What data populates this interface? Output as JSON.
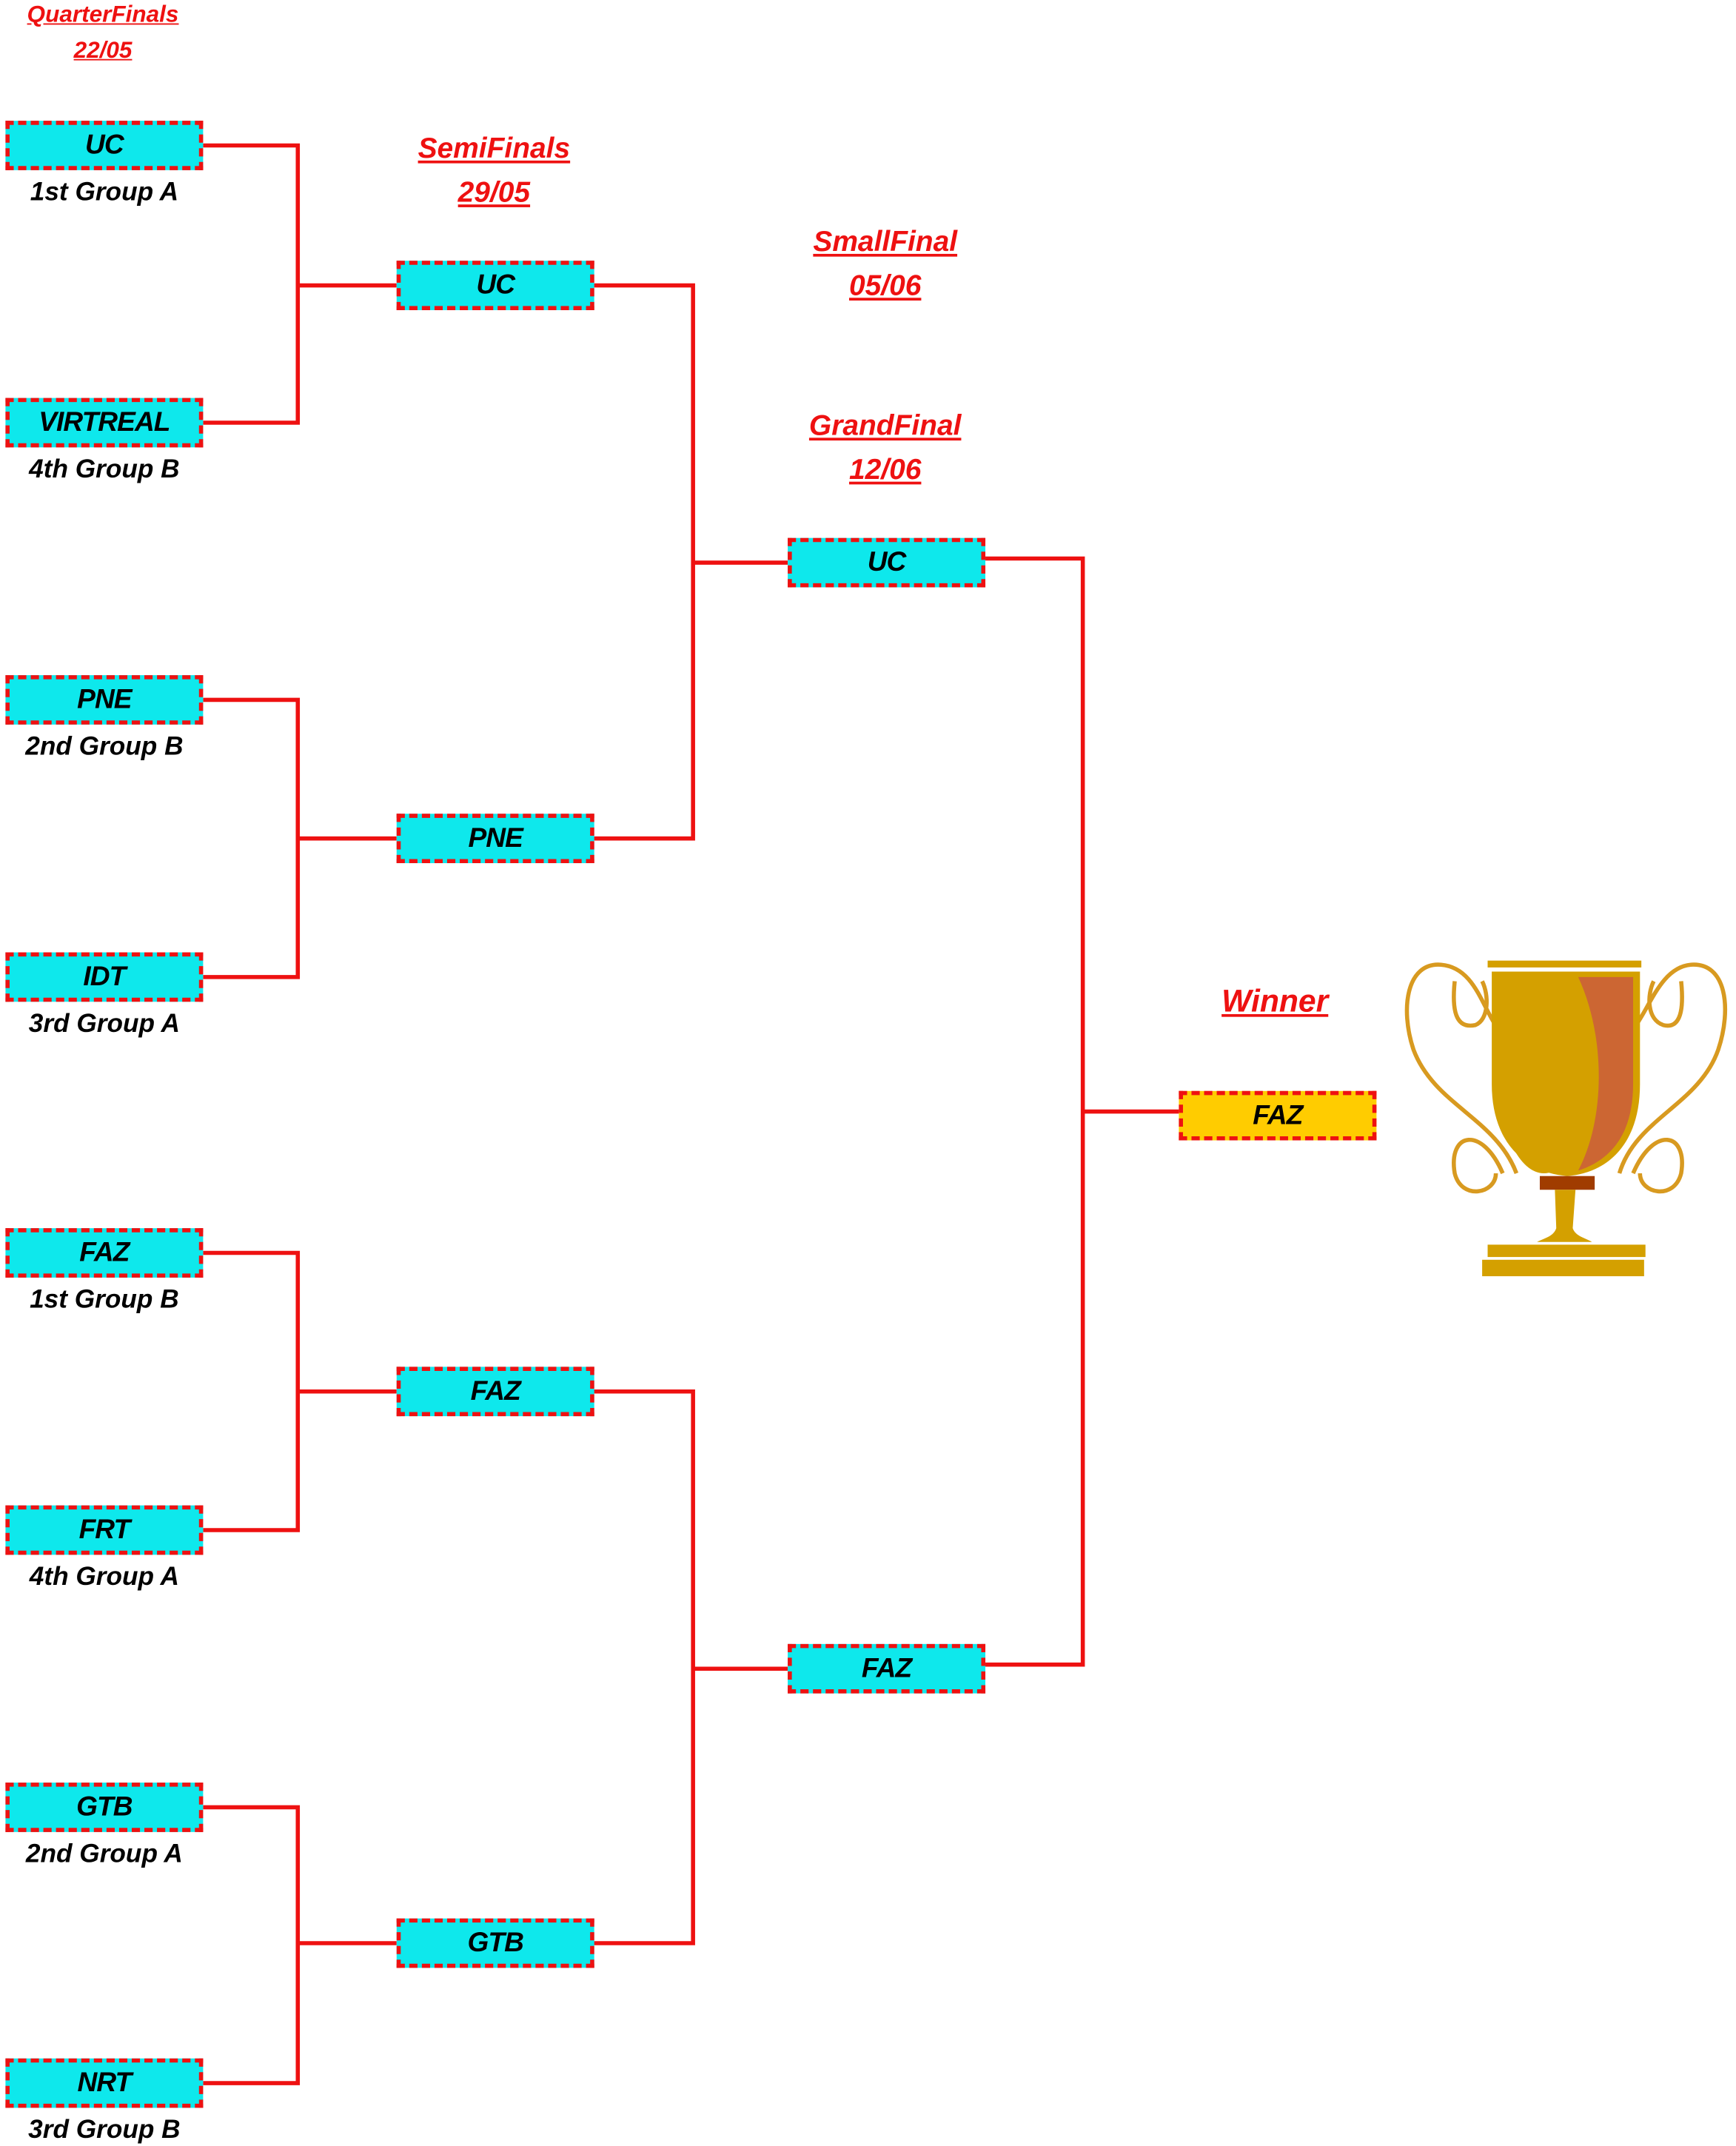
{
  "headers": {
    "quarterfinals": {
      "title": "QuarterFinals",
      "date": "22/05"
    },
    "semifinals": {
      "title": "SemiFinals",
      "date": "29/05"
    },
    "smallfinal": {
      "title": "SmallFinal",
      "date": "05/06"
    },
    "grandfinal": {
      "title": "GrandFinal",
      "date": "12/06"
    },
    "winner": {
      "title": "Winner"
    }
  },
  "quarterfinals": [
    {
      "team": "UC",
      "seed": "1st Group A"
    },
    {
      "team": "VIRTREAL",
      "seed": "4th Group B"
    },
    {
      "team": "PNE",
      "seed": "2nd Group B"
    },
    {
      "team": "IDT",
      "seed": "3rd Group A"
    },
    {
      "team": "FAZ",
      "seed": "1st Group B"
    },
    {
      "team": "FRT",
      "seed": "4th Group A"
    },
    {
      "team": "GTB",
      "seed": "2nd Group A"
    },
    {
      "team": "NRT",
      "seed": "3rd Group B"
    }
  ],
  "semifinals": [
    "UC",
    "PNE",
    "FAZ",
    "GTB"
  ],
  "finals": [
    "UC",
    "FAZ"
  ],
  "winner": "FAZ",
  "colors": {
    "box": "#0ee8ec",
    "border": "#ee1111",
    "winner_box": "#ffcc00",
    "trophy": "#d4a000"
  }
}
